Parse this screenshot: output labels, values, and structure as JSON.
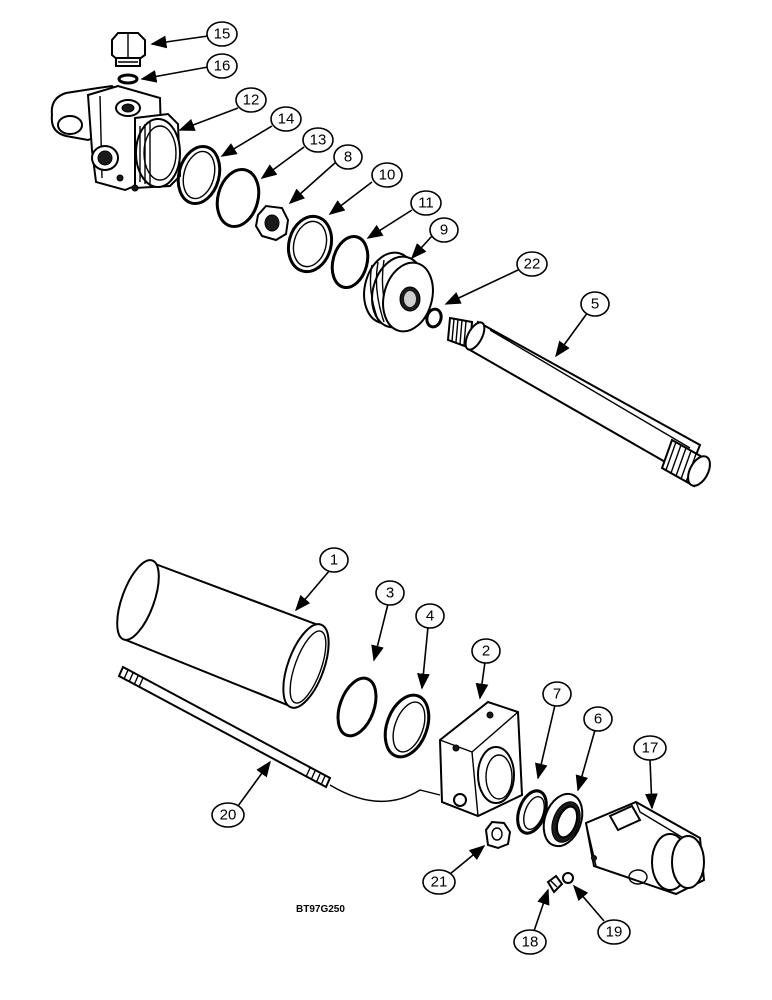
{
  "drawing_code": "BT97G250",
  "callouts": {
    "c1": "1",
    "c2": "2",
    "c3": "3",
    "c4": "4",
    "c5": "5",
    "c6": "6",
    "c7": "7",
    "c8": "8",
    "c9": "9",
    "c10": "10",
    "c11": "11",
    "c12": "12",
    "c13": "13",
    "c14": "14",
    "c15": "15",
    "c16": "16",
    "c17": "17",
    "c18": "18",
    "c19": "19",
    "c20": "20",
    "c21": "21",
    "c22": "22"
  }
}
